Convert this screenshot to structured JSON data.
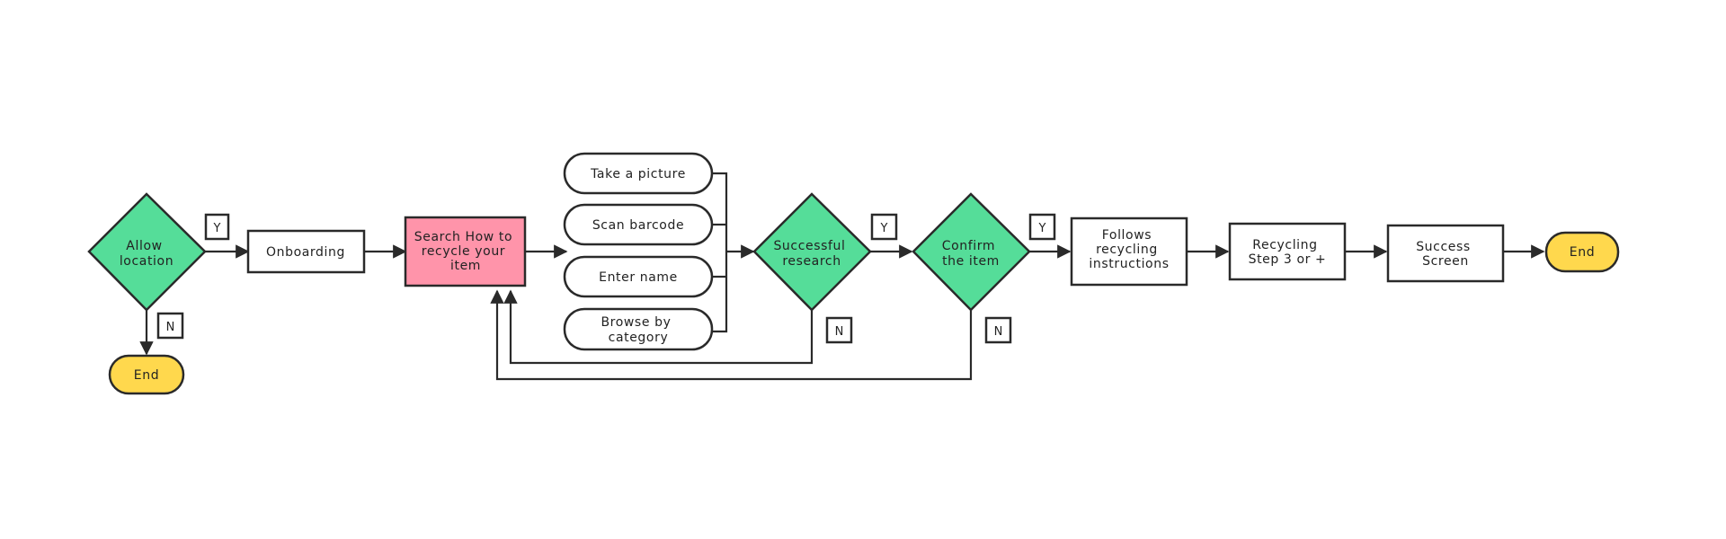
{
  "colors": {
    "decision": "#55dd99",
    "terminal": "#ffd84d",
    "highlight": "#ff94aa",
    "process": "#ffffff",
    "stroke": "#2a2a2a"
  },
  "nodes": {
    "allow_location": [
      "Allow",
      "location"
    ],
    "end_left": [
      "End"
    ],
    "onboarding": [
      "Onboarding"
    ],
    "search": [
      "Search How to",
      "recycle your",
      "item"
    ],
    "take_picture": [
      "Take a picture"
    ],
    "scan_barcode": [
      "Scan barcode"
    ],
    "enter_name": [
      "Enter name"
    ],
    "browse_category": [
      "Browse by",
      "category"
    ],
    "successful_research": [
      "Successful",
      "research"
    ],
    "confirm_item": [
      "Confirm",
      "the item"
    ],
    "follows_instructions": [
      "Follows",
      "recycling",
      "instructions"
    ],
    "recycling_step": [
      "Recycling",
      "Step 3 or +"
    ],
    "success_screen": [
      "Success",
      "Screen"
    ],
    "end_right": [
      "End"
    ]
  },
  "tags": {
    "allow_yes": "Y",
    "allow_no": "N",
    "research_yes": "Y",
    "research_no": "N",
    "confirm_yes": "Y",
    "confirm_no": "N"
  }
}
